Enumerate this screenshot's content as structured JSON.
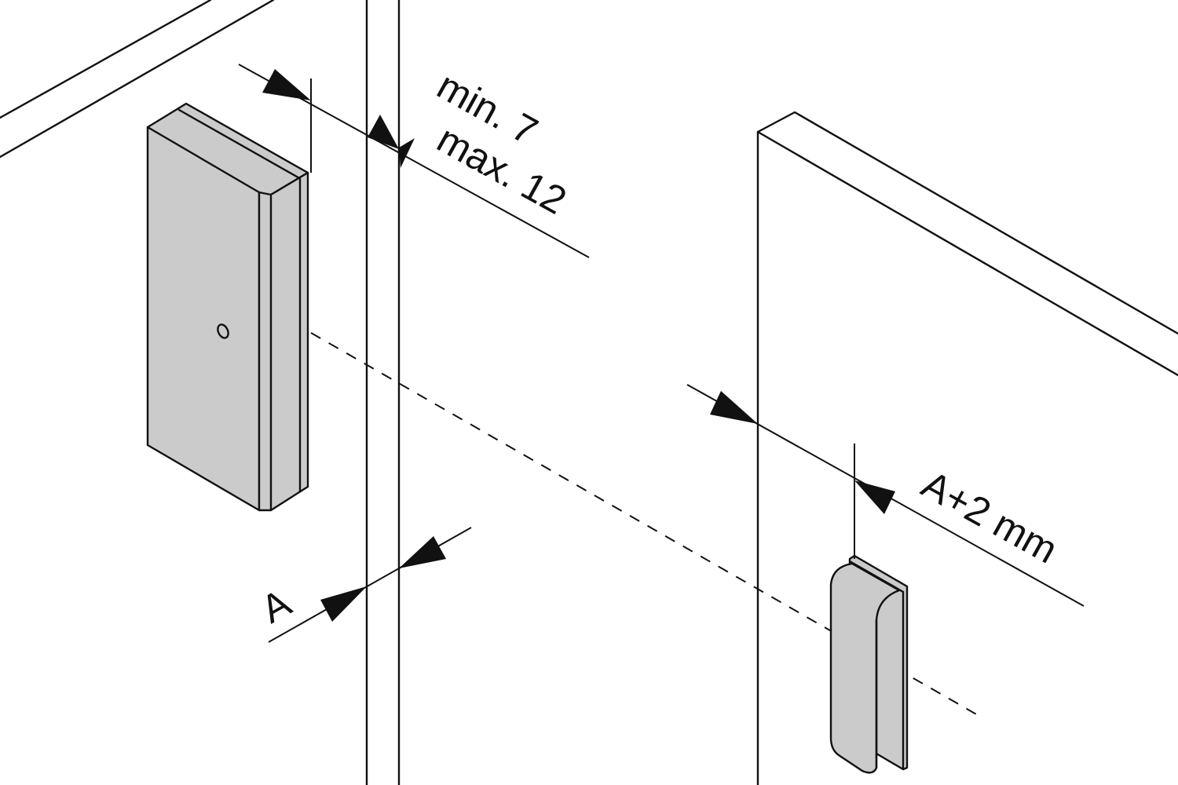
{
  "diagram": {
    "type": "technical installation drawing",
    "colors": {
      "line": "#111111",
      "part_fill": "#cbcbcb",
      "background": "#ffffff"
    },
    "labels": {
      "min_distance": "min. 7",
      "max_distance": "max. 12",
      "dimension_a": "A",
      "dimension_a_plus": "A+2 mm"
    },
    "components": [
      {
        "id": "magnet-catch",
        "description": "Rectangular catch body mounted on cabinet side panel, with small screw hole"
      },
      {
        "id": "counter-plate",
        "description": "Rounded counterpart mounted on door panel"
      },
      {
        "id": "cabinet-side-panel",
        "description": "Vertical cabinet side panel (two parallel lines)"
      },
      {
        "id": "door-panel",
        "description": "Door front panel shown in isometric"
      }
    ]
  }
}
